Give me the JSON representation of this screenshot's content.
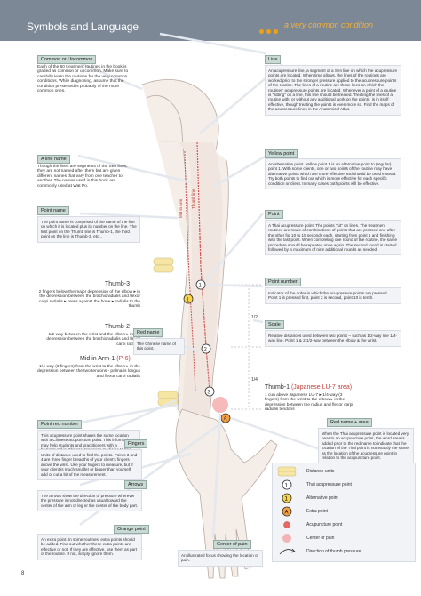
{
  "header": {
    "title": "Symbols and Language",
    "subtitle": "a very common condition",
    "accent_color": "#f3b23b",
    "bar_color": "#7c8896"
  },
  "tags": {
    "common": "Common or Uncommon",
    "line": "Line",
    "line_name": "A line name",
    "yellow_point": "Yellow point",
    "point_name": "Point name",
    "point": "Point",
    "point_number": "Point number",
    "scale": "Scale",
    "red_name": "Red name",
    "point_red_number": "Point red number",
    "red_name_area": "Red name + area",
    "fingers": "Fingers",
    "arrows": "Arrows",
    "orange_point": "Orange point",
    "center_of_pain": "Center of pain"
  },
  "texts": {
    "common": "Each of the 60 treatment routines in the book is graded as common or uncommon. Make sure to carefully learn the routines for the very common conditions. While diagnosing, assume that the condition presented is probably of the more common ones.",
    "line": "An acupressure line, a segment of a Sen line on which the acupressure points are located. When time allows, the lines of the routines are worked prior to the stronger pressure applied to the acupressure points of the routine. The lines of a routine are those lines on which the routines' acupressure points are located. Whenever a point of a routine is \"sitting\" on a line, this line should be treated. Treating the lines of a routine with, or without any additional work on the points, is in itself effective, though treating the points is even more so. Find the maps of the acupressure lines in the Anatomical Atlas.",
    "line_name": "Though the lines are segments of the Sen lines, they are not named after them but are given different names that vary from one teacher to another. The names used in this book are commonly used at Wat Po.",
    "yellow_point": "An alternative point. Yellow point 1 is an alternative point to (regular) point 1. With some clients, one or two points of the routine may have alternative points which are more effective and should be used instead. Try both points to find out which is more effective for each specific condition or client. In many cases both points will be effective.",
    "point_name": "The point name is comprised of the name of the line on which it is located plus its number on the line. The first point on the Thumb line is Thumb-1, the third point on the line is Thumb-3, etc...",
    "point": "A Thai acupressure point. The points \"sit\" on lines. The treatment routines are made of combinations of points that are pressed one after the other for 10 to 15 seconds each, starting from point 1 and finishing with the last point. When completing one round of the routine, the same procedure should be repeated once again. The second round is started followed by a maximum of nine additional rounds as needed.",
    "point_number": "Indicator of the order in which the acupressure points are pressed. Point 1 is pressed first, point 2 is second, point 10 is tenth.",
    "scale": "Relative distances used between two points – such as 1/2-way line 1/4-way line. Point 1 & 2 1/2-way between the elbow & the wrist.",
    "red_name": "The Chinese name of this point.",
    "point_red_number": "This acupressure point shares the same location with a Chinese acupuncture point. This information may help students and practitioners with a background in Chinese/Japanese medicine to find the points easily.",
    "red_name_area": "When the Thai acupressure point is located very near to an acupuncture point, the word area is added prior to the red name to indicate that the location of the Thai point is not exactly the same as the location of the acupressure point in relation to the acupuncture point.",
    "fingers": "Units of distance used to find the points. Points 3 and 4 are three finger breadths of your client's fingers above the wrist. Use your fingers to measure, but if your client is much smaller or bigger than yourself, add or cut a bit of the measurement.",
    "arrows": "The arrows show the direction of pressure wherever the pressure is not directed as usual toward the center of the arm or leg or the center of the body part.",
    "orange_point": "An extra point. In some routines, extra points should be added. Find out whether these extra points are effective or not. If they are effective, use them as part of the routine. If not, simply ignore them.",
    "center_of_pain": "An illustrated focus showing the location of pain."
  },
  "points": {
    "thumb3": {
      "name": "Thumb-3",
      "desc": "2 fingers below the major depression of the elbow ▸ in the depression between the brachioradialis and flexor carpi radialis ▸ press against the bone ▸ radialis to the thumb"
    },
    "thumb2": {
      "name": "Thumb-2",
      "desc": "1/2-way between the wrist and the elbow ▸ in the depression between the brachioradialis and flexor carpi radialis"
    },
    "mid1": {
      "name": "Mid in Arm-1",
      "red": "(P-6)",
      "desc": "1/4-way (3 fingers) from the wrist to the elbow ▸ in the depression between the two tendons - palmaris longus and flexor carpi radialis"
    },
    "thumb1": {
      "name": "Thumb-1",
      "red": "(Japanese LU-7 area)",
      "desc": "1 cun above Japanese LU-7 ▸ 1/4-way (3 fingers) from the wrist to the elbow ▸ in the depression between the radius and flexor carpi radialis tendons"
    }
  },
  "figure": {
    "line_label_a": "Thumb line",
    "line_label_b": "Mid in Arm",
    "scale_half": "1/2",
    "scale_quarter": "1/4"
  },
  "legend": {
    "items": [
      "Distance units",
      "Thai acupressure point",
      "Alternative point",
      "Extra point",
      "Acupuncture point",
      "Center of pain",
      "Direction of thumb pressure"
    ]
  },
  "page_number": "8"
}
